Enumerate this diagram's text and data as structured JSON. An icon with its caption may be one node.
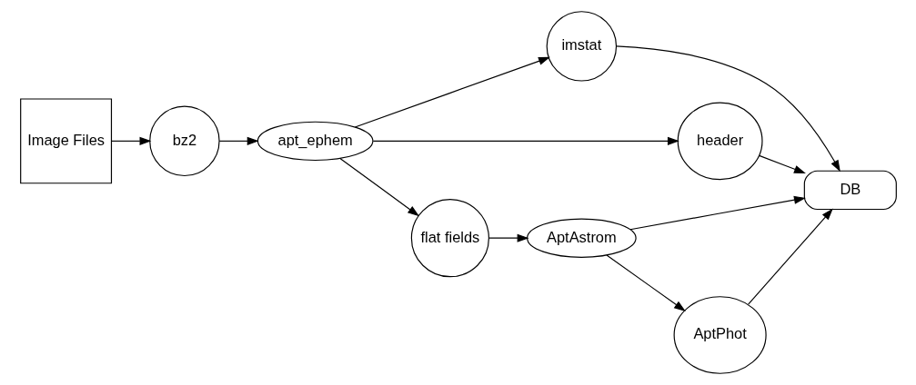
{
  "diagram": {
    "nodes": [
      {
        "text": [
          "Image Files"
        ]
      },
      {
        "text": [
          "bz2"
        ]
      },
      {
        "text": [
          "apt_ephem"
        ]
      },
      {
        "text": [
          "imstat"
        ]
      },
      {
        "text": [
          "DB"
        ]
      },
      {
        "text": [
          "header"
        ]
      },
      {
        "text": [
          "flat fields"
        ]
      },
      {
        "text": [
          "AptAstrom"
        ]
      },
      {
        "text": [
          "AptPhot"
        ]
      }
    ],
    "edges": [
      {
        "from": 0,
        "to": 1,
        "arrow": "to"
      },
      {
        "from": 1,
        "to": 2,
        "arrow": "to"
      },
      {
        "from": 2,
        "to": 3,
        "arrow": "to"
      },
      {
        "from": 2,
        "to": 5,
        "arrow": "to"
      },
      {
        "from": 2,
        "to": 6,
        "arrow": "to"
      },
      {
        "from": 3,
        "to": 4,
        "arrow": "to"
      },
      {
        "from": 5,
        "to": 4,
        "arrow": "to"
      },
      {
        "from": 6,
        "to": 7,
        "arrow": "to"
      },
      {
        "from": 7,
        "to": 4,
        "arrow": "to"
      },
      {
        "from": 7,
        "to": 8,
        "arrow": "to"
      },
      {
        "from": 8,
        "to": 4,
        "arrow": "to"
      }
    ]
  }
}
